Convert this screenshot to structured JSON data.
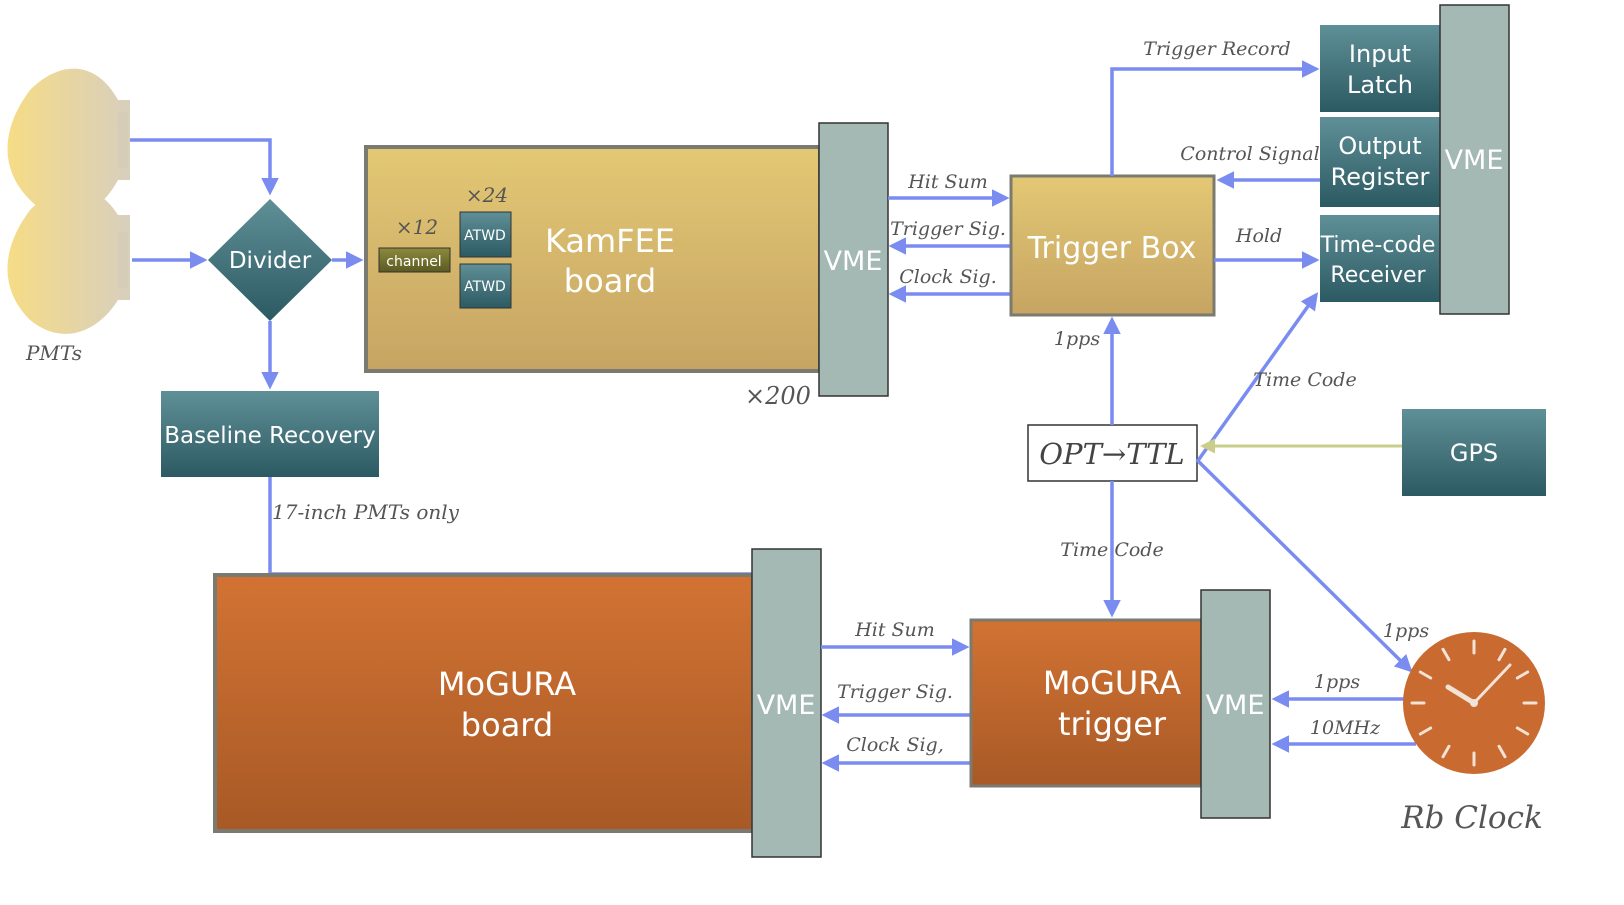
{
  "labels": {
    "pmts": "PMTs",
    "divider": "Divider",
    "baseline_recovery": "Baseline Recovery",
    "pmt17_only": "17-inch PMTs only",
    "kamfee_line1": "KamFEE",
    "kamfee_line2": "board",
    "x12": "×12",
    "x24": "×24",
    "channel": "channel",
    "atwd1": "ATWD",
    "atwd2": "ATWD",
    "x200": "×200",
    "vme_kamfee": "VME",
    "hit_sum_top": "Hit Sum",
    "trigger_sig_top": "Trigger Sig.",
    "clock_sig_top": "Clock Sig.",
    "trigger_box": "Trigger Box",
    "trigger_record": "Trigger Record",
    "control_signal": "Control Signal",
    "hold": "Hold",
    "input_latch_line1": "Input",
    "input_latch_line2": "Latch",
    "output_reg_line1": "Output",
    "output_reg_line2": "Register",
    "timecode_rx_line1": "Time-code",
    "timecode_rx_line2": "Receiver",
    "vme_right": "VME",
    "pps_top": "1pps",
    "time_code_right": "Time Code",
    "opt_ttl": "OPT→TTL",
    "gps": "GPS",
    "time_code_down": "Time Code",
    "pps_diag": "1pps",
    "mogura_board_line1": "MoGURA",
    "mogura_board_line2": "board",
    "vme_mogura_board": "VME",
    "hit_sum_bottom": "Hit Sum",
    "trigger_sig_bottom": "Trigger Sig.",
    "clock_sig_bottom": "Clock Sig,",
    "mogura_trigger_line1": "MoGURA",
    "mogura_trigger_line2": "trigger",
    "vme_mogura_trigger": "VME",
    "pps_clock": "1pps",
    "mhz10": "10MHz",
    "rb_clock": "Rb Clock"
  },
  "colors": {
    "arrow": "#7a8cf0",
    "vme": "#a4b8b4",
    "teal_dark": "#2f5f68",
    "teal_light": "#5d8c94",
    "gold_light": "#e2c77a",
    "gold_dark": "#c9a657",
    "orange_light": "#d47333",
    "orange_dark": "#a85a26",
    "clock": "#c96a30",
    "pmt": "#f3dc8c"
  },
  "icons": [
    "pmt-bulb-icon",
    "clock-icon"
  ]
}
